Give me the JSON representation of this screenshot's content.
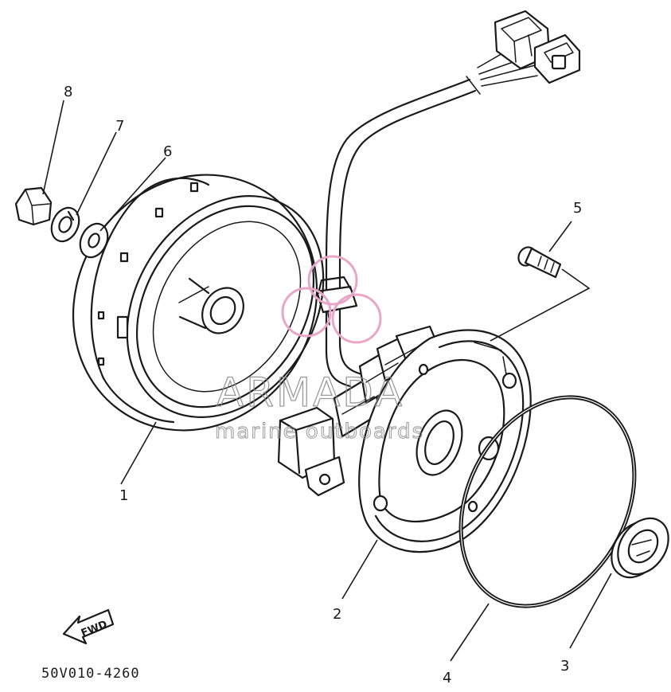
{
  "part_numbers": [
    "1",
    "2",
    "3",
    "4",
    "5",
    "6",
    "7",
    "8"
  ],
  "diagram_code": "50V010-4260",
  "direction_arrow": "FWD",
  "watermark": {
    "brand": "ARMADA",
    "tagline": "marine outboards",
    "accent_color": "#e8a6c8"
  },
  "icons": [
    "flywheel-rotor",
    "stator-assembly",
    "oil-seal",
    "o-ring",
    "bolt",
    "washer",
    "lock-washer",
    "nut",
    "wire-harness",
    "connector"
  ]
}
